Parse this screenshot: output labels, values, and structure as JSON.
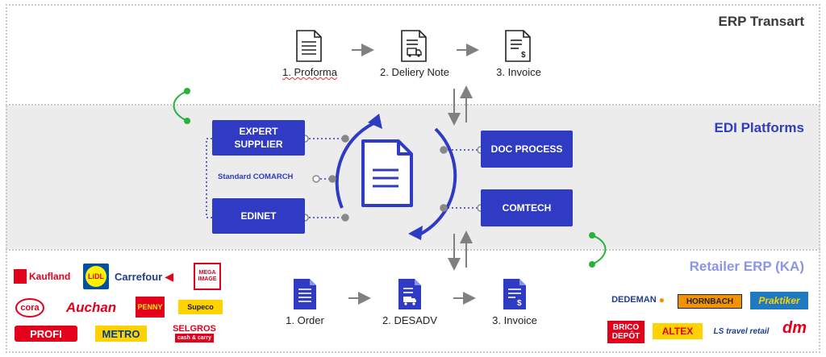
{
  "bands": {
    "erp": "ERP Transart",
    "edi": "EDI Platforms",
    "retail": "Retailer ERP (KA)"
  },
  "erp_docs": [
    "1. Proforma",
    "2. Deliery Note",
    "3. Invoice"
  ],
  "retail_docs": [
    "1. Order",
    "2. DESADV",
    "3. Invoice"
  ],
  "platforms": {
    "expert_line1": "EXPERT",
    "expert_line2": "SUPPLIER",
    "standard": "Standard COMARCH",
    "edinet": "EDINET",
    "docprocess": "DOC PROCESS",
    "comtech": "COMTECH"
  },
  "logos_left": {
    "kaufland": "Kaufland",
    "lidl": "LiDL",
    "carrefour": "Carrefour",
    "mega": "MEGA IMAGE",
    "cora": "cora",
    "auchan": "Auchan",
    "penny": "PENNY",
    "supeco": "Supeco",
    "profi": "PROFI",
    "metro": "METRO",
    "selgros": "SELGROS",
    "selgros_sub": "cash & carry"
  },
  "logos_right": {
    "dedeman": "DEDEMAN",
    "hornbach": "HORNBACH",
    "praktiker": "Praktiker",
    "brico": "BRICO",
    "depot": "DEPÔT",
    "altex": "ALTEX",
    "lstravel": "LS travel retail",
    "dm": "dm"
  },
  "colors": {
    "brand_blue": "#2f3bc2",
    "light_blue": "#8b94e6",
    "green": "#27b33a",
    "arrow_gray": "#808080"
  }
}
